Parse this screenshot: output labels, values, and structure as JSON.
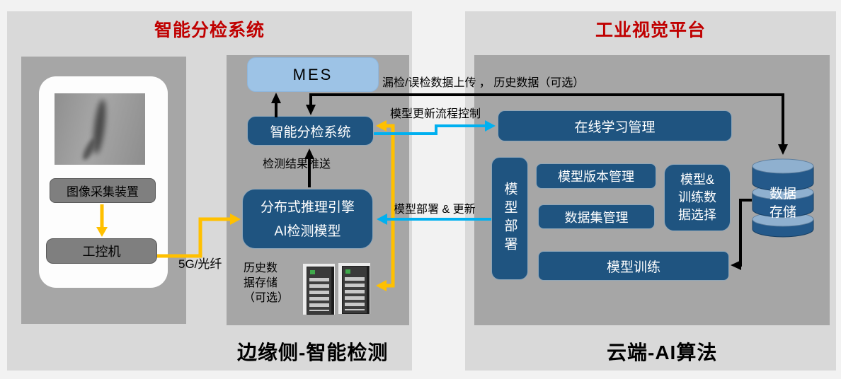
{
  "colors": {
    "title_red": "#C00000",
    "dark_blue_box": "#1F5480",
    "light_blue_box": "#9DC3E6",
    "arrow_yellow": "#FFC000",
    "arrow_blue": "#00B0F0",
    "arrow_black": "#000000",
    "section_gray": "#D9D9D9",
    "panel_gray": "#A6A6A6",
    "device_gray": "#7F7F7F"
  },
  "left_section": {
    "title": "智能分检系统",
    "caption": "边缘侧-智能检测",
    "capture_device": "图像采集装置",
    "industrial_pc": "工控机",
    "link_label": "5G/光纤",
    "mes": "MES",
    "sorting_system": "智能分检系统",
    "engine_line1": "分布式推理引擎",
    "engine_line2": "AI检测模型",
    "push_label": "检测结果推送",
    "history_storage_l1": "历史数",
    "history_storage_l2": "据存储",
    "history_storage_l3": "（可选）"
  },
  "right_section": {
    "title": "工业视觉平台",
    "caption": "云端-AI算法",
    "online_learning": "在线学习管理",
    "model_deploy": "模型部署",
    "model_version": "模型版本管理",
    "dataset_mgmt": "数据集管理",
    "select_l1": "模型&",
    "select_l2": "训练数",
    "select_l3": "据选择",
    "model_training": "模型训练",
    "data_storage_l1": "数据",
    "data_storage_l2": "存储"
  },
  "flow_labels": {
    "upload": "漏检/误检数据上传 ， 历史数据（可选）",
    "update_control": "模型更新流程控制",
    "deploy_update": "模型部署 & 更新"
  }
}
